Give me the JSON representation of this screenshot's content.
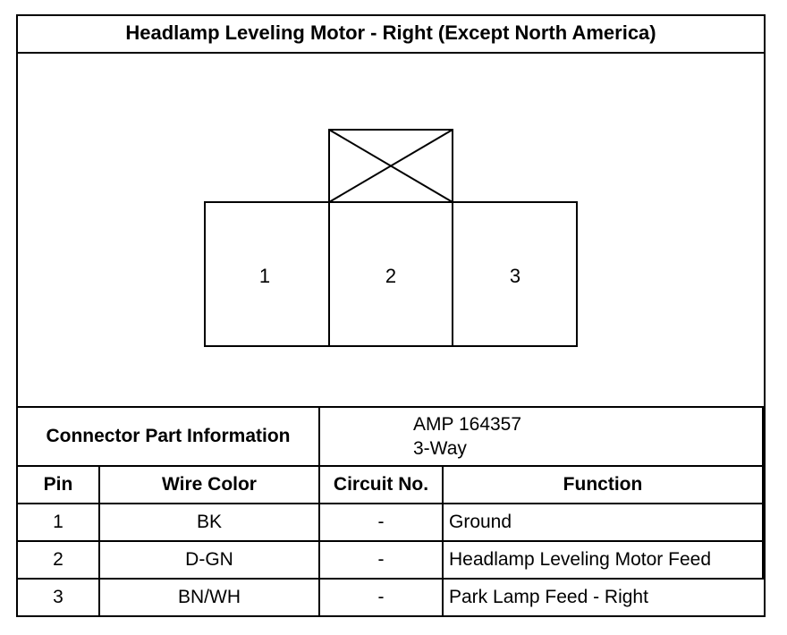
{
  "title": "Headlamp Leveling Motor - Right (Except North America)",
  "connector": {
    "pins": [
      "1",
      "2",
      "3"
    ]
  },
  "part_info": {
    "label": "Connector Part Information",
    "part_number": "AMP 164357",
    "ways": "3-Way"
  },
  "table": {
    "headers": {
      "pin": "Pin",
      "wire_color": "Wire Color",
      "circuit_no": "Circuit No.",
      "function": "Function"
    },
    "rows": [
      {
        "pin": "1",
        "wire_color": "BK",
        "circuit_no": "-",
        "function": "Ground"
      },
      {
        "pin": "2",
        "wire_color": "D-GN",
        "circuit_no": "-",
        "function": "Headlamp Leveling Motor Feed"
      },
      {
        "pin": "3",
        "wire_color": "BN/WH",
        "circuit_no": "-",
        "function": "Park Lamp Feed - Right"
      }
    ]
  }
}
